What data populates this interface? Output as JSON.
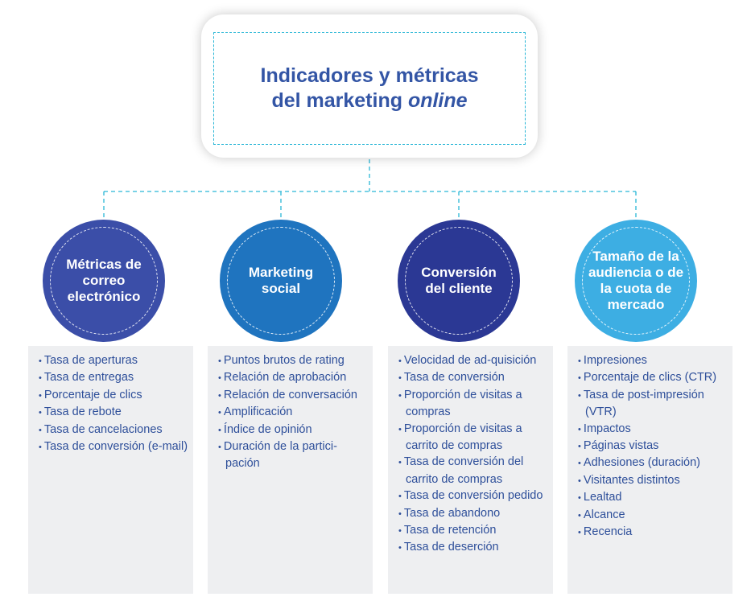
{
  "title": {
    "line1": "Indicadores y métricas",
    "line2_prefix": "del marketing ",
    "line2_italic": "online"
  },
  "colors": {
    "connector": "#29b6d6",
    "title_text": "#3355a5",
    "list_text": "#2e4f9a",
    "panel_bg": "#eeeff1",
    "circle_1": "#3b4ea8",
    "circle_2": "#1f74bf",
    "circle_3": "#2b3894",
    "circle_4": "#3daee3"
  },
  "categories": [
    {
      "label": "Métricas de correo electrónico",
      "items": [
        "Tasa de aperturas",
        "Tasa de entregas",
        "Porcentaje de clics",
        "Tasa de rebote",
        "Tasa de cancelaciones",
        "Tasa de conversión (e-mail)"
      ]
    },
    {
      "label": "Marketing social",
      "items": [
        "Puntos brutos de rating",
        "Relación de aprobación",
        "Relación de conversación",
        "Amplificación",
        "Índice de opinión",
        "Duración de la partici-pación"
      ]
    },
    {
      "label": "Conversión del cliente",
      "items": [
        "Velocidad de ad-quisición",
        "Tasa de conversión",
        "Proporción de visitas a compras",
        "Proporción de visitas a carrito de compras",
        "Tasa de conversión del carrito de compras",
        "Tasa de conversión pedido",
        "Tasa de abandono",
        "Tasa de retención",
        "Tasa de deserción"
      ]
    },
    {
      "label": "Tamaño de la audiencia o de la cuota de mercado",
      "items": [
        "Impresiones",
        "Porcentaje de clics (CTR)",
        "Tasa de post-impresión (VTR)",
        "Impactos",
        "Páginas vistas",
        "Adhesiones (duración)",
        "Visitantes distintos",
        "Lealtad",
        "Alcance",
        "Recencia"
      ]
    }
  ]
}
